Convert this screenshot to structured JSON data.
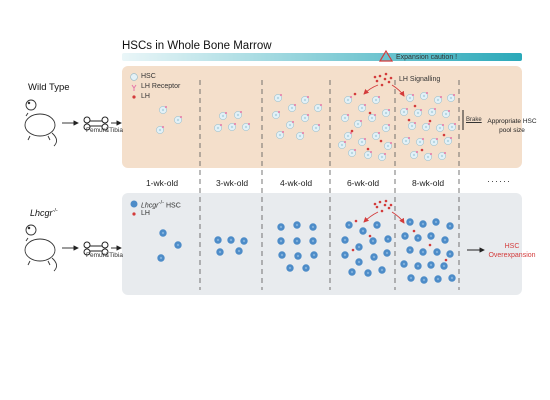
{
  "title": "HSCs in Whole Bone Marrow",
  "expansion_caution": "Expansion caution !",
  "wild_type_label": "Wild Type",
  "knockout_label": "Lhcgr",
  "knockout_sup": "-/-",
  "femur_tibia_top": "Femur&Tibia",
  "femur_tibia_bottom": "Femur&Tibia",
  "legend_top": {
    "hsc": "HSC",
    "lh_receptor": "LH Receptor",
    "lh": "LH"
  },
  "legend_bottom": {
    "ko_hsc_prefix": "Lhcgr",
    "ko_hsc_sup": "-/-",
    "ko_hsc_suffix": " HSC",
    "lh": "LH"
  },
  "ages": [
    "1-wk-old",
    "3-wk-old",
    "4-wk-old",
    "6-wk-old",
    "8-wk-old"
  ],
  "ellipsis": "······",
  "lh_signalling": "LH Signalling",
  "brake": "Brake",
  "appropriate_size": "Appropriate HSC pool size",
  "overexpansion": "HSC Overexpansion",
  "colors": {
    "wt_panel": "#f4dfcb",
    "ko_panel": "#e8ebee",
    "hsc_fill": "#e3f1f7",
    "ko_hsc": "#4d8cc8",
    "lh_red": "#d33b3b",
    "receptor_pink": "#e676a8",
    "gradient_start": "#eaf6f8",
    "gradient_end": "#2aa9b9"
  },
  "icons": [
    "mouse-icon",
    "bone-icon",
    "arrow-right-icon",
    "warning-triangle-icon",
    "hsc-cell-icon",
    "lh-receptor-icon",
    "lh-dot-icon"
  ]
}
